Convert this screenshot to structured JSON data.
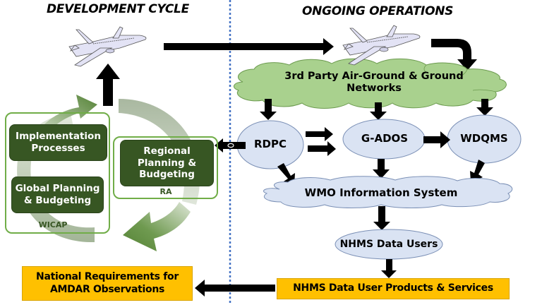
{
  "headings": {
    "left": "DEVELOPMENT CYCLE",
    "right": "ONGOING OPERATIONS"
  },
  "icons": {
    "aircraft": "airplane-icon"
  },
  "development_cycle": {
    "wicap_group_label": "WICAP",
    "implementation": "Implementation Processes",
    "global_planning": "Global Planning & Budgeting",
    "ra_group_label": "RA",
    "regional_planning": "Regional Planning & Budgeting"
  },
  "operations": {
    "networks_cloud": "3rd Party Air-Ground & Ground Networks",
    "rdpc": "RDPC",
    "gados": "G-ADOS",
    "wdqms": "WDQMS",
    "wis_cloud": "WMO Information System",
    "nhms_users": "NHMS Data Users",
    "nhms_products": "NHMS Data User Products & Services"
  },
  "national_requirements": "National Requirements for AMDAR Observations",
  "colors": {
    "dark_green": "#375623",
    "light_green": "#70ad47",
    "cloud_green": "#a9d18e",
    "ellipse_blue": "#dae3f3",
    "orange": "#ffc000",
    "divider_blue": "#4472c4"
  }
}
